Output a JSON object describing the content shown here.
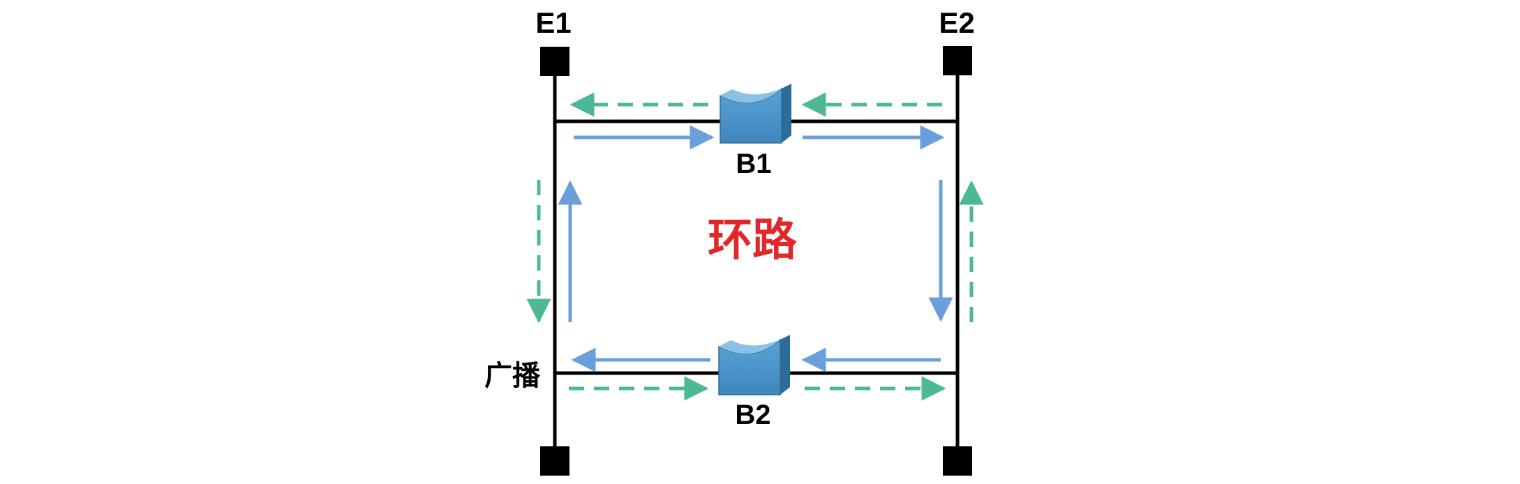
{
  "endpoints": {
    "e1": "E1",
    "e2": "E2"
  },
  "bridges": {
    "b1": "B1",
    "b2": "B2"
  },
  "center_label": "环路",
  "broadcast_label": "广播",
  "colors": {
    "line": "#000000",
    "blue_arrow": "#6a9fdc",
    "green_arrow": "#4db896",
    "loop_text": "#e0282a",
    "bridge_front": "#4a93c8",
    "bridge_side": "#2d6c99",
    "bridge_top": "#8cc1e6"
  }
}
